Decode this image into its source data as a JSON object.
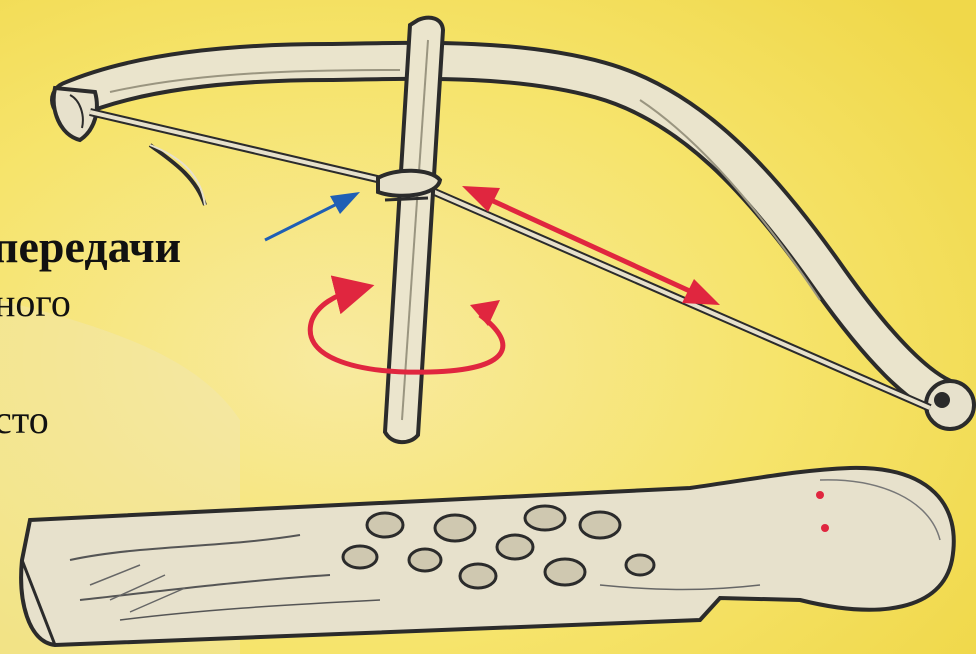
{
  "labels": {
    "transmission": "передачи",
    "line2": "ного",
    "line3": "сто"
  },
  "colors": {
    "background": "#f6e56a",
    "wood": "#ece6cf",
    "outline": "#2b2b2b",
    "red_arrow": "#e0263f",
    "blue_arrow": "#1f5fb5"
  },
  "icons": {
    "bow": "bow-drill-bow",
    "spindle": "spindle",
    "fireboard": "fireboard-with-holes",
    "rotation": "rotation-arrow",
    "reciprocation": "double-headed-arrow",
    "pointer": "pointer-arrow"
  }
}
